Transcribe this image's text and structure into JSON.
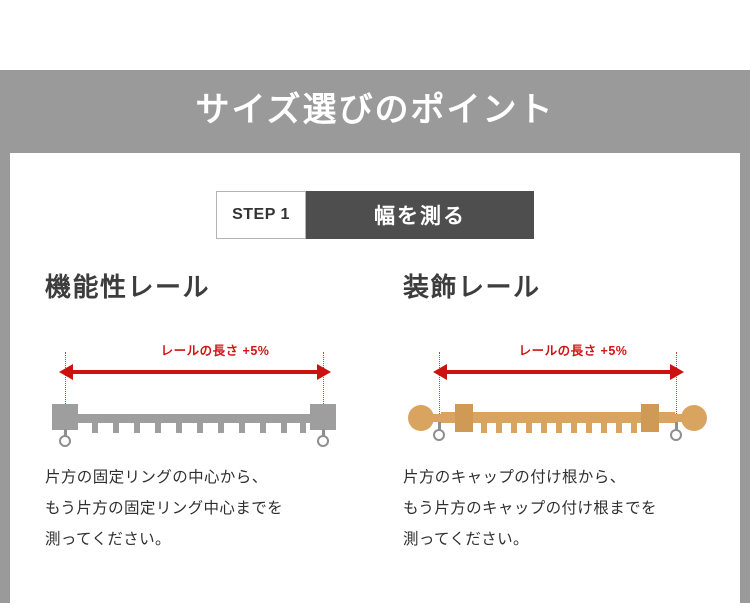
{
  "header": {
    "title": "サイズ選びのポイント",
    "band_color": "#9a9a9a",
    "title_color": "#ffffff"
  },
  "step_banner": {
    "step_number_label": "STEP 1",
    "step_title": "幅を測る",
    "number_bg": "#ffffff",
    "title_bg": "#4e4e4e"
  },
  "columns": [
    {
      "heading": "機能性レール",
      "rail_type": "functional",
      "measure_label": "レールの長さ +5%",
      "measure_color": "#d11414",
      "rail_color": "#9e9e9e",
      "caption_lines": [
        "片方の固定リングの中心から、",
        "もう片方の固定リング中心までを",
        "測ってください。"
      ]
    },
    {
      "heading": "装飾レール",
      "rail_type": "decorative",
      "measure_label": "レールの長さ +5%",
      "measure_color": "#d11414",
      "rail_color": "#d9a45f",
      "caption_lines": [
        "片方のキャップの付け根から、",
        "もう片方のキャップの付け根までを",
        "測ってください。"
      ]
    }
  ]
}
